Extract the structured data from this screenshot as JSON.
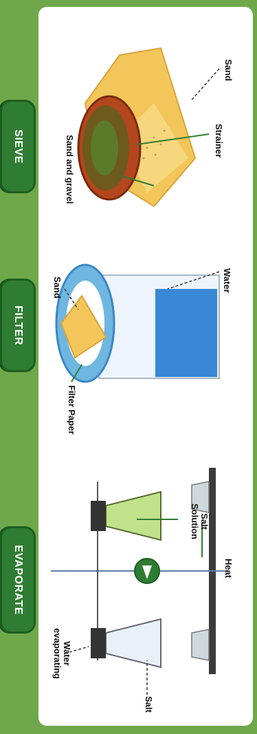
{
  "steps": {
    "sieve": "SIEVE",
    "filter": "FILTER",
    "evaporate": "EVAPORATE"
  },
  "labels": {
    "sand_left": "Sand",
    "strainer": "Strainer",
    "sand_and_gravel": "Sand and gravel",
    "water": "Water",
    "sand_filter": "Sand",
    "filter_paper": "Filter Paper",
    "salt_solution_1": "Salt",
    "salt_solution_2": "Solution",
    "heat": "Heat",
    "salt": "Salt",
    "water_evaporating_1": "Water",
    "water_evaporating_2": "evaporating"
  },
  "colors": {
    "pill_green": "#2e7d32",
    "background_green": "#6fa84a",
    "water_blue": "#3a87d6",
    "sand_yellow": "#f2c65a",
    "gravel_brown": "#9a4a1c"
  }
}
